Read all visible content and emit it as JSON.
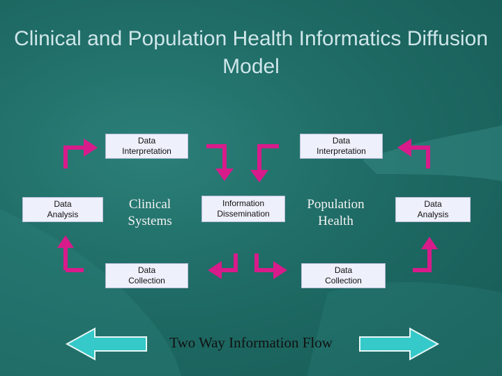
{
  "title": "Clinical and Population Health Informatics Diffusion Model",
  "left_cycle": {
    "interpretation": "Data Interpretation",
    "analysis": "Data Analysis",
    "center": "Clinical Systems",
    "collection": "Data Collection"
  },
  "middle": {
    "dissemination": "Information Dissemination"
  },
  "right_cycle": {
    "interpretation": "Data Interpretation",
    "analysis": "Data Analysis",
    "center": "Population Health",
    "collection": "Data Collection"
  },
  "footer": {
    "flow_label": "Two Way Information Flow"
  },
  "colors": {
    "arrow_magenta": "#d81b8a",
    "double_arrow_fill": "#35c9c9",
    "box_fill": "#eef0fb"
  }
}
